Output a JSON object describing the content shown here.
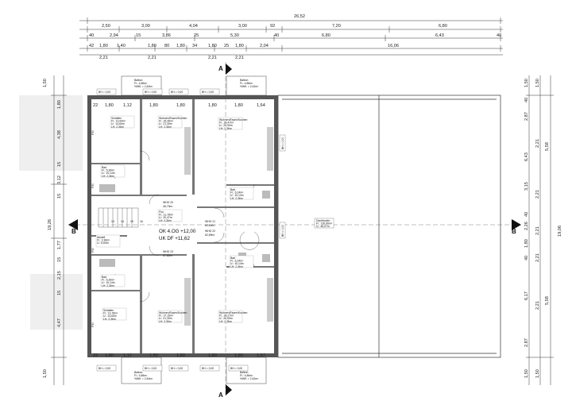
{
  "title_block": {
    "level": "OK 4.OG +12,00",
    "roof": "UK DF    +11,62"
  },
  "section_marks": {
    "a": "A",
    "b": "B"
  },
  "top_dims": {
    "overall": "26,52",
    "row2": [
      "2,50",
      "3,00",
      "4,04",
      "3,00",
      "92",
      "7,20",
      "6,80"
    ],
    "row3": [
      "40",
      "2,94",
      "15",
      "3,86",
      "25",
      "5,30",
      "40",
      "6,80",
      "6,43",
      "40"
    ],
    "row4": [
      "42",
      "1,80",
      "1,40",
      "1,80",
      "80",
      "1,80",
      "34",
      "1,80",
      "25",
      "1,80",
      "2,04",
      "16,06"
    ],
    "row4b": [
      "2,21",
      "2,21",
      "2,21",
      "2,21"
    ]
  },
  "left_dims": [
    "1,50",
    "1,80",
    "4,38",
    "15",
    "3,12",
    "15",
    "19,26",
    "1,77",
    "15",
    "2,15",
    "15",
    "4,47",
    "1,50"
  ],
  "right_dims": {
    "outer": [
      "1,50",
      "40",
      "2,87",
      "6,43",
      "3,15",
      "40",
      "2,26",
      "19,06",
      "1,80",
      "40",
      "6,17",
      "2,87",
      "1,50"
    ],
    "inner": [
      "1,50",
      "2,21",
      "5,58",
      "2,21",
      "2,21",
      "2,21",
      "5,58",
      "2,21",
      "1,50"
    ]
  },
  "inner_top": [
    "22",
    "1,80",
    "1,12",
    "1,80",
    "1,80",
    "1,80",
    "1,80",
    "1,64"
  ],
  "inner_bottom": [
    "22",
    "1,80",
    "1,12",
    "1,80",
    "1,80",
    "1,80",
    "1,80",
    "1,57"
  ],
  "brh_tags": [
    "BH = 0,00",
    "BH = 0,00",
    "BH = 0,00",
    "BH = 0,00",
    "BH = 0,00",
    "BH = 0,00",
    "BH = 0,00",
    "BH = 0,00",
    "BH = 0,00",
    "BH = 0,00",
    "BH = 0,00"
  ],
  "balcony_top": [
    {
      "name": "Balkon",
      "area": "Fl.: 4,86m²",
      "fmt": "%Wfl. = 2,43m²"
    },
    {
      "name": "Balkon",
      "area": "Fl.: 4,86m²",
      "fmt": "%Wfl. = 2,43m²"
    }
  ],
  "balcony_bottom": [
    {
      "name": "Balkon",
      "area": "Fl.: 4,86m²",
      "fmt": "%Wfl. = 2,43m²"
    },
    {
      "name": "Balkon",
      "area": "Fl.: 4,86m²",
      "fmt": "%Wfl. = 2,43m²"
    }
  ],
  "rooms": [
    {
      "name": "Schlafen",
      "fl": "Fl.: 13,94m²",
      "u": "U.: 14,60m",
      "lh": "LH: 2,36m"
    },
    {
      "name": "Wohnen/Essen/Kochen",
      "fl": "Fl.: 26,39m²",
      "u": "U.: 21,30m",
      "lh": "LH: 2,36m"
    },
    {
      "name": "Wohnen/Essen/Kochen",
      "fl": "Fl.: 28,47m²",
      "u": "U.: 25,90m",
      "lh": "LH: 2,36m"
    },
    {
      "name": "Bad",
      "fl": "Fl.: 5,30m²",
      "u": "U.: 10,14m",
      "lh": "LH: 2,36m"
    },
    {
      "name": "Bad",
      "fl": "Fl.: 6,24m²",
      "u": "U.: 10,14m",
      "lh": "LH: 2,36m"
    },
    {
      "name": "Flur",
      "fl": "Fl.: 11,78m²",
      "u": "U.: 20,47m",
      "lh": "LH: 2,36m"
    },
    {
      "name": "Abstell",
      "fl": "Fl.: 2,36m²",
      "u": "U.: 6,64m",
      "lh": ""
    },
    {
      "name": "Bad",
      "fl": "Fl.: 6,24m²",
      "u": "U.: 10,14m",
      "lh": "LH: 2,36m"
    },
    {
      "name": "Bad",
      "fl": "Fl.: 5,30m²",
      "u": "U.: 10,14m",
      "lh": "LH: 2,36m"
    },
    {
      "name": "Schlafen",
      "fl": "Fl.: 13,78m²",
      "u": "U.: 14,60m",
      "lh": "LH: 2,36m"
    },
    {
      "name": "Wohnen/Essen/Kochen",
      "fl": "Fl.: 27,15m²",
      "u": "U.: 21,30m",
      "lh": "LH: 2,36m"
    },
    {
      "name": "Wohnen/Essen/Kochen",
      "fl": "Fl.: 28,27m²",
      "u": "U.: 26,90m",
      "lh": "LH: 2,36m"
    }
  ],
  "units": [
    {
      "name": "WHG 20",
      "area": "46,73m²"
    },
    {
      "name": "WHG 21",
      "area": "62,69m²"
    },
    {
      "name": "WHG 22",
      "area": "62,69m²"
    },
    {
      "name": "WHG 23",
      "area": "47,62m²"
    }
  ],
  "roof_room": {
    "name": "Dachboden",
    "fl": "Fl.: 130,66m²",
    "u": "U.: 48,07m"
  },
  "stair_numbers": [
    "13",
    "14",
    "15",
    "16"
  ],
  "fbi": [
    "F90",
    "F90",
    "F90",
    "F90"
  ]
}
